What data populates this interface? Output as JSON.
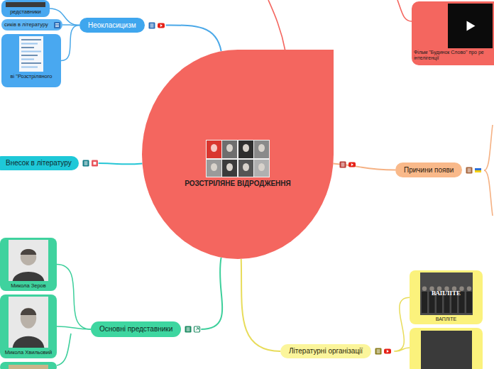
{
  "diagram": {
    "nodes": [
      {
        "text": [
          "РОЗСТРІЛЯНЕ ВІДРОДЖЕННЯ"
        ]
      },
      {
        "text": [
          "Неокласицизм"
        ]
      },
      {
        "text": [
          "редставники"
        ]
      },
      {
        "text": [
          "сиків в літературу"
        ]
      },
      {
        "text": [
          "ві \"Розстріляного"
        ]
      },
      {
        "text": [
          "Внесок в літературу"
        ]
      },
      {
        "text": [
          "Причини появи"
        ]
      },
      {
        "text": [
          "Фільм \"Будинок Слово\" про ре інтелігенції"
        ]
      },
      {
        "text": [
          "Основні представники"
        ]
      },
      {
        "text": [
          "Микола Зеров"
        ]
      },
      {
        "text": [
          "Микола Хвильовий"
        ]
      },
      {
        "text": [
          "Літературні організації"
        ]
      },
      {
        "text": [
          "ВАПЛІТЕ"
        ]
      }
    ],
    "edges": [
      {
        "from": 0,
        "to": 1,
        "arrow": "none"
      },
      {
        "from": 1,
        "to": 2,
        "arrow": "none"
      },
      {
        "from": 1,
        "to": 3,
        "arrow": "none"
      },
      {
        "from": 1,
        "to": 4,
        "arrow": "none"
      },
      {
        "from": 0,
        "to": 5,
        "arrow": "none"
      },
      {
        "from": 0,
        "to": 6,
        "arrow": "none"
      },
      {
        "from": 0,
        "to": 8,
        "arrow": "none"
      },
      {
        "from": 8,
        "to": 9,
        "arrow": "none"
      },
      {
        "from": 8,
        "to": 10,
        "arrow": "none"
      },
      {
        "from": 0,
        "to": 11,
        "arrow": "none"
      },
      {
        "from": 11,
        "to": 12,
        "arrow": "none"
      }
    ],
    "labels": [
      "ВАПЛІТЕ"
    ]
  }
}
